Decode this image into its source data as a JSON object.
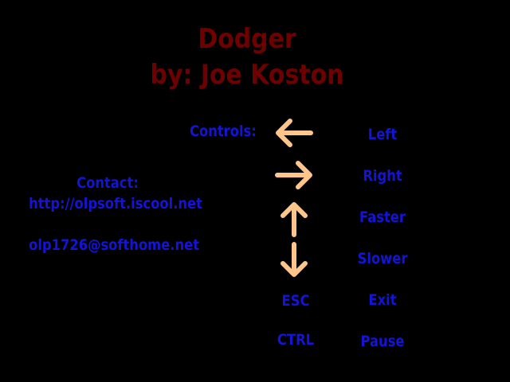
{
  "title": {
    "line1": "Dodger",
    "line2": "by: Joe Koston"
  },
  "colors": {
    "background": "#000000",
    "title": "#6e0000",
    "text": "#1414d6",
    "arrow": "#ffc58a"
  },
  "controls": {
    "heading": "Controls:",
    "items": [
      {
        "key_icon": "arrow-left-icon",
        "action": "Left"
      },
      {
        "key_icon": "arrow-right-icon",
        "action": "Right"
      },
      {
        "key_icon": "arrow-up-icon",
        "action": "Faster"
      },
      {
        "key_icon": "arrow-down-icon",
        "action": "Slower"
      },
      {
        "key": "ESC",
        "action": "Exit"
      },
      {
        "key": "CTRL",
        "action": "Pause"
      }
    ]
  },
  "contact": {
    "heading": "Contact:",
    "website": "http://olpsoft.iscool.net",
    "email": "olp1726@softhome.net"
  }
}
